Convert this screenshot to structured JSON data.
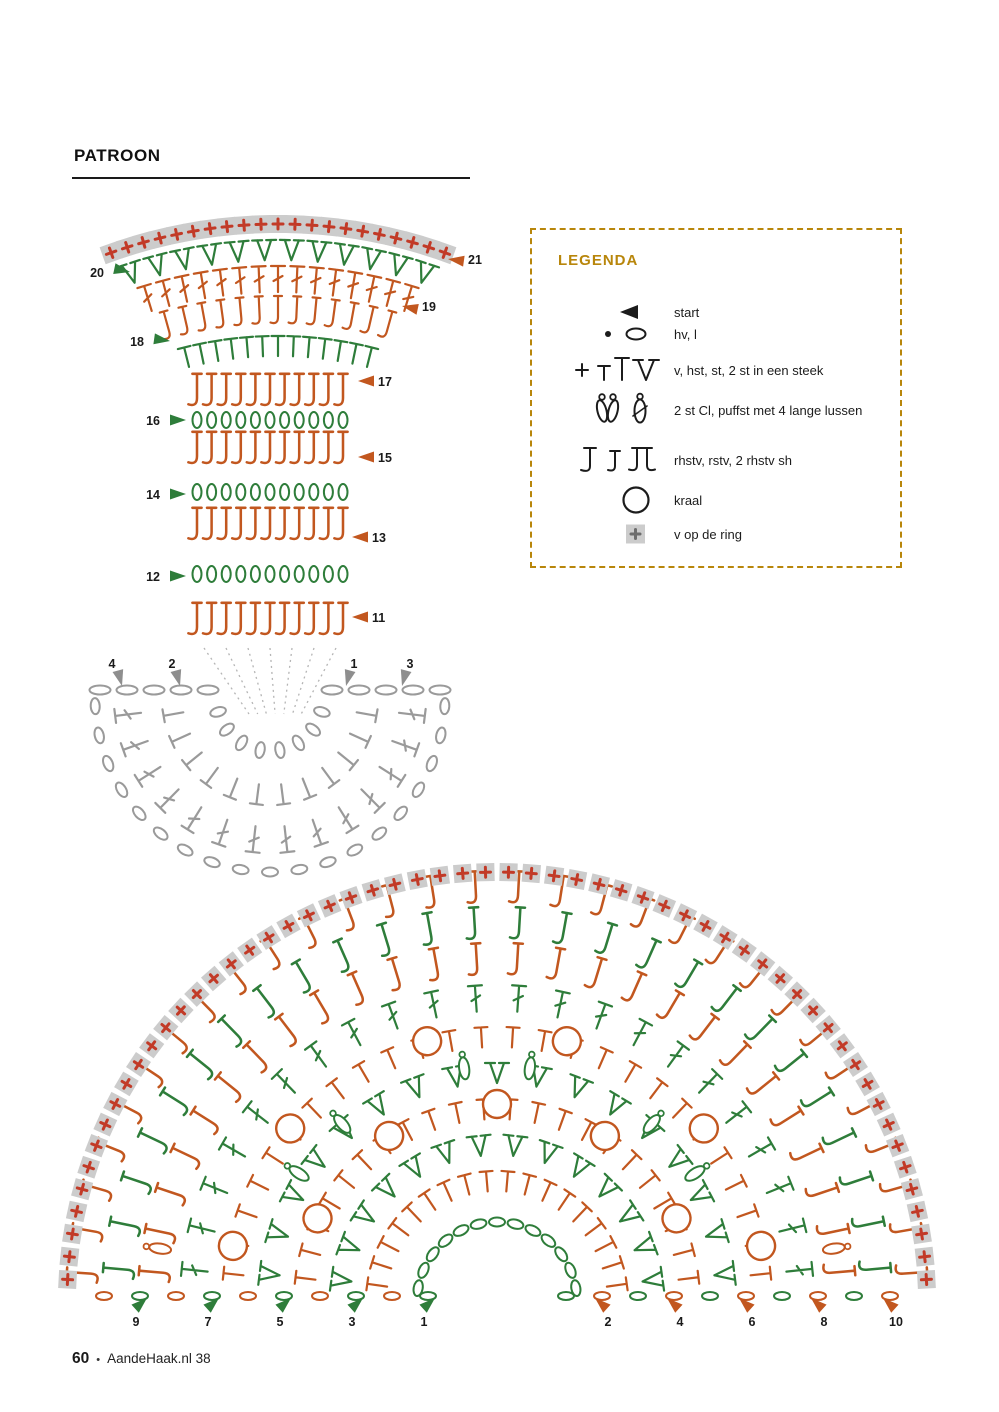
{
  "page": {
    "heading": "PATROON",
    "footer": {
      "page_number": "60",
      "separator": "•",
      "magazine": "AandeHaak.nl 38"
    }
  },
  "colors": {
    "orange": "#c2571f",
    "green": "#2e7d3a",
    "gray": "#9a9a9a",
    "square_fill": "#cccccc",
    "square_plus": "#c23a27",
    "legend_gold": "#b8860b",
    "text": "#1a1a1a"
  },
  "legend": {
    "title": "LEGENDA",
    "items": [
      {
        "icon": "start-arrow",
        "label": "start"
      },
      {
        "icon": "slipstitch-chain",
        "label": "hv, l"
      },
      {
        "icon": "single-half-double-2st",
        "label": "v, hst, st, 2 st in een steek"
      },
      {
        "icon": "cluster-puff",
        "label": "2 st Cl, puffst met 4 lange lussen"
      },
      {
        "icon": "relief-stitches",
        "label": "rhstv, rstv, 2 rhstv sh"
      },
      {
        "icon": "bead",
        "label": "kraal"
      },
      {
        "icon": "ring-stitch",
        "label": "v op de ring"
      }
    ]
  },
  "strip_diagram": {
    "left_markers": [
      "20",
      "18",
      "16",
      "14",
      "12"
    ],
    "right_markers": [
      "21",
      "19",
      "17",
      "15",
      "13",
      "11"
    ],
    "base_markers": [
      "4",
      "2",
      "1",
      "3"
    ]
  },
  "fan_diagram": {
    "left_markers": [
      "9",
      "7",
      "5",
      "3",
      "1"
    ],
    "right_markers": [
      "2",
      "4",
      "6",
      "8",
      "10"
    ]
  }
}
